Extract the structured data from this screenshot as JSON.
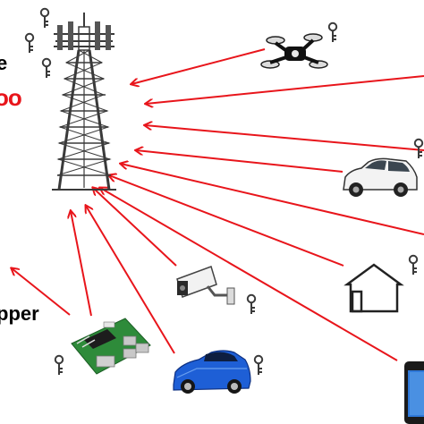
{
  "labels": {
    "partial_top": "e",
    "partial_red": "oo",
    "partial_bottom": "pper"
  },
  "colors": {
    "arrow": "#e8151b",
    "tower": "#3a3a3a",
    "key": "#3a3a3a",
    "car_white": "#f3f3f3",
    "car_blue": "#1e5fd6",
    "board": "#2e8b3a"
  },
  "icons": [
    "cell-tower",
    "drone",
    "white-car",
    "house",
    "smartphone",
    "blue-car",
    "raspberry-pi-board",
    "security-camera",
    "key"
  ]
}
